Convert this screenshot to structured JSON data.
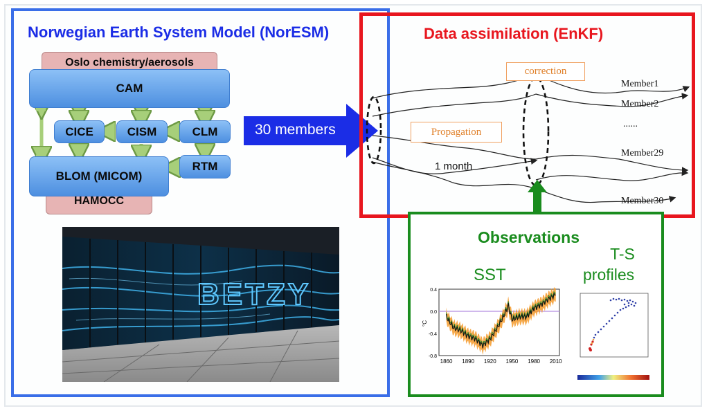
{
  "norESM": {
    "title": "Norwegian Earth System Model (NorESM)",
    "components": {
      "chemistry": "Oslo chemistry/aerosols",
      "cam": "CAM",
      "cice": "CICE",
      "cism": "CISM",
      "clm": "CLM",
      "blom": "BLOM (MICOM)",
      "rtm": "RTM",
      "hamocc": "HAMOCC"
    },
    "supercomputer_label": "BETZY"
  },
  "arrow_label": "30 members",
  "enkf": {
    "title": "Data assimilation (EnKF)",
    "correction_label": "correction",
    "propagation_label": "Propagation",
    "month_label": "1 month",
    "members": [
      "Member1",
      "Member2",
      "......",
      "Member29",
      "Member30"
    ]
  },
  "observations": {
    "title": "Observations",
    "sst_label": "SST",
    "ts_label_line1": "T-S",
    "ts_label_line2": "profiles",
    "sst_chart": {
      "ylabel": "°C",
      "yticks": [
        "0.4",
        "0.0",
        "-0.4",
        "-0.8"
      ],
      "xticks": [
        "1860",
        "1890",
        "1920",
        "1950",
        "1980",
        "2010"
      ]
    }
  },
  "colors": {
    "blue_panel": "#3a6ee8",
    "red_panel": "#e8161e",
    "green_panel": "#1a8c1e",
    "title_blue": "#1b2de6",
    "title_red": "#e8161e",
    "title_green": "#1a8c1e"
  },
  "chart_data": {
    "type": "line",
    "x": [
      1860,
      1870,
      1880,
      1890,
      1900,
      1910,
      1920,
      1930,
      1940,
      1945,
      1950,
      1960,
      1970,
      1980,
      1990,
      2000,
      2010
    ],
    "series": [
      {
        "values": [
          -0.1,
          -0.3,
          -0.35,
          -0.45,
          -0.5,
          -0.62,
          -0.5,
          -0.3,
          -0.05,
          0.1,
          -0.15,
          -0.1,
          -0.1,
          0.05,
          0.12,
          0.22,
          0.3
        ]
      }
    ],
    "xlabel": "",
    "ylabel": "°C",
    "ylim": [
      -0.8,
      0.4
    ],
    "xlim": [
      1850,
      2015
    ]
  }
}
